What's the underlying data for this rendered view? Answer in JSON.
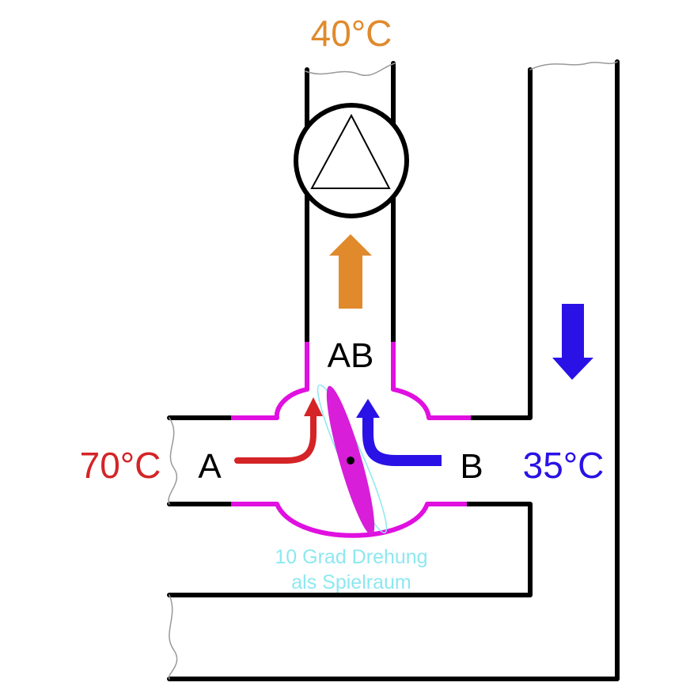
{
  "temperatures": {
    "outlet": "40°C",
    "hot_inlet": "70°C",
    "cold_inlet": "35°C"
  },
  "ports": {
    "a": "A",
    "b": "B",
    "ab": "AB"
  },
  "note": {
    "line1": "10 Grad Drehung",
    "line2": "als Spielraum"
  },
  "colors": {
    "outlet": "#E08A2C",
    "hot": "#D42427",
    "cold": "#2A12E6",
    "valve_body": "#E010E0",
    "flap": "#D81ED8",
    "note": "#8DE8F0",
    "pipe": "#000000"
  },
  "icons": {
    "pump": "pump-triangle-icon",
    "outlet_flow": "up-arrow-icon",
    "return_flow": "down-arrow-icon"
  }
}
